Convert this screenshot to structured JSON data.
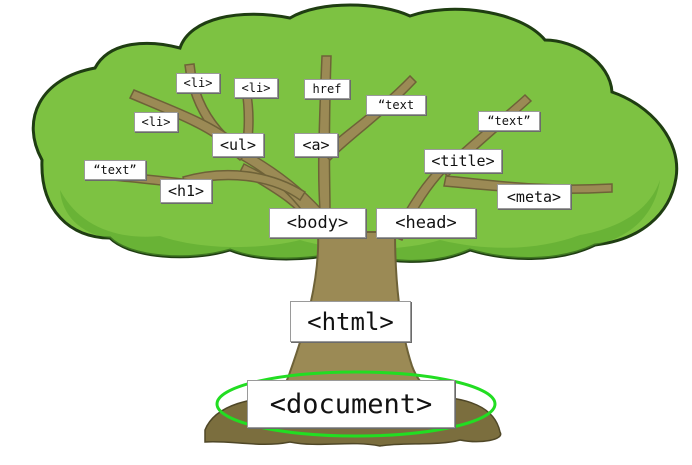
{
  "colors": {
    "canopy": "#7dc242",
    "canopy_outline": "#1f3d12",
    "trunk": "#9b8a55",
    "trunk_dark": "#6e6238",
    "highlight": "#22dd22"
  },
  "nodes": {
    "document": "<document>",
    "html": "<html>",
    "body": "<body>",
    "head": "<head>",
    "h1": "<h1>",
    "ul": "<ul>",
    "a": "<a>",
    "li_1": "<li>",
    "li_2": "<li>",
    "li_3": "<li>",
    "text_1": "“text”",
    "text_2": "“text",
    "text_3": "“text”",
    "href": "href",
    "title": "<title>",
    "meta": "<meta>"
  }
}
